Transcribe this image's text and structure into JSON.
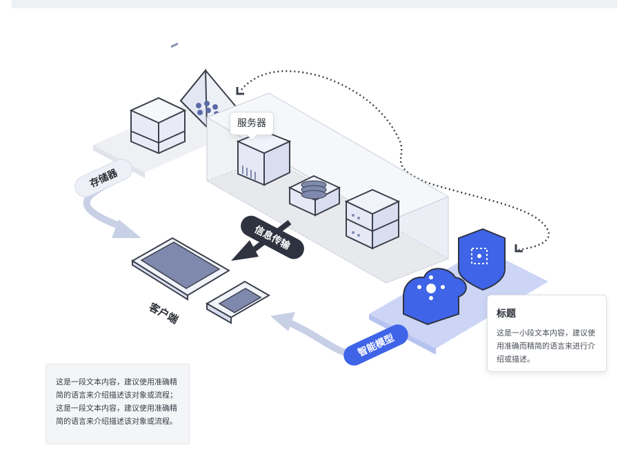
{
  "labels": {
    "server": "服务器",
    "storage": "存储器",
    "transfer": "信息传输",
    "client": "客户端",
    "ai_model": "智能模型"
  },
  "info_card": {
    "title": "标题",
    "desc": "这是一小段文本内容，建议使用准确而精简的语言来进行介绍或描述。"
  },
  "note": {
    "text": "这是一段文本内容，建议使用准确精简的语言来介绍描述该对象或流程；这是一段文本内容，建议使用准确精简的语言来介绍描述该对象或流程。"
  },
  "colors": {
    "primary_blue": "#3f64e8",
    "slate": "#7e89ad",
    "dark_pill": "#2f3340",
    "light_box": "#eef0f7",
    "arrow_light": "#c8d0e6"
  }
}
